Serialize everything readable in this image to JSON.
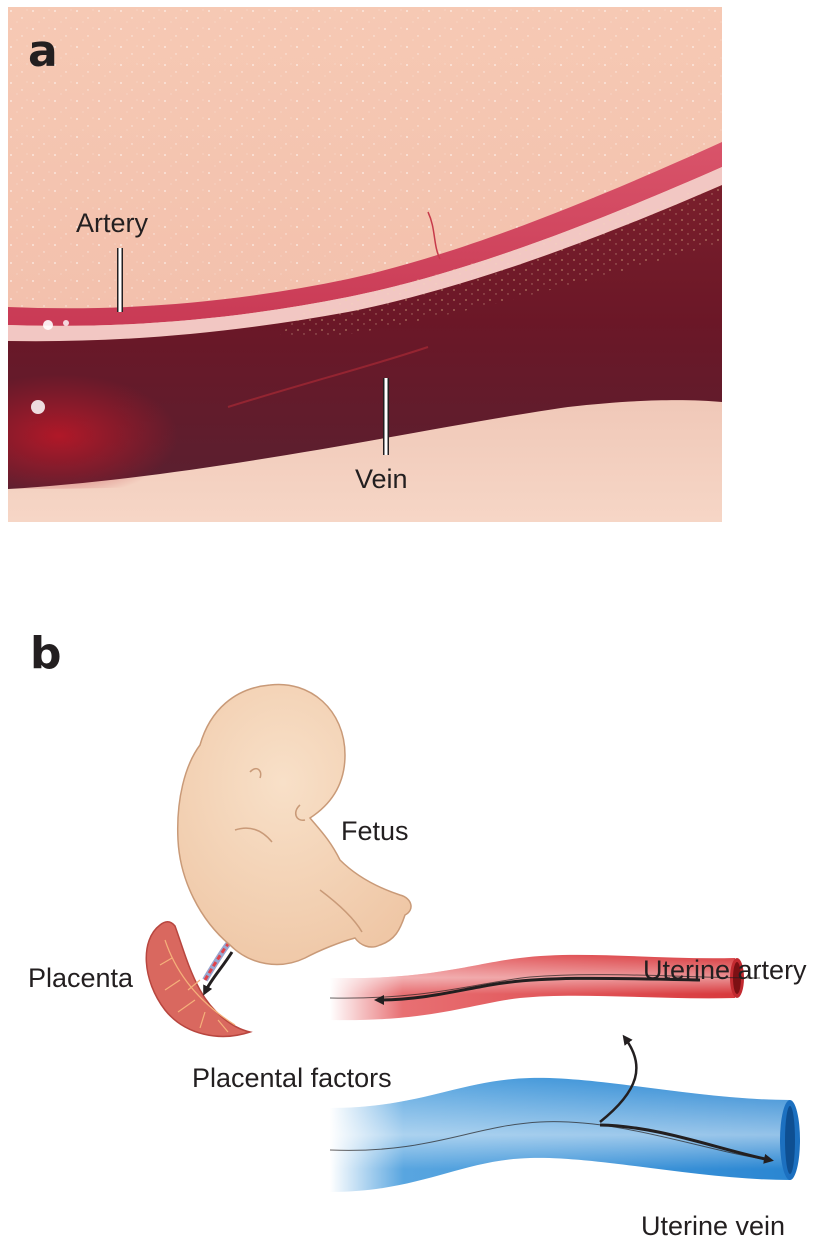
{
  "panel_a": {
    "letter": "a",
    "labels": {
      "artery": "Artery",
      "vein": "Vein"
    }
  },
  "panel_b": {
    "letter": "b",
    "labels": {
      "fetus": "Fetus",
      "placenta": "Placenta",
      "placental_factors": "Placental factors",
      "uterine_artery": "Uterine artery",
      "uterine_vein": "Uterine vein"
    }
  },
  "colors": {
    "artery_red": "#d8393d",
    "vein_blue": "#2f8fd8",
    "placenta": "#d9685f",
    "skin": "#f3d2b4",
    "text": "#231f20"
  }
}
